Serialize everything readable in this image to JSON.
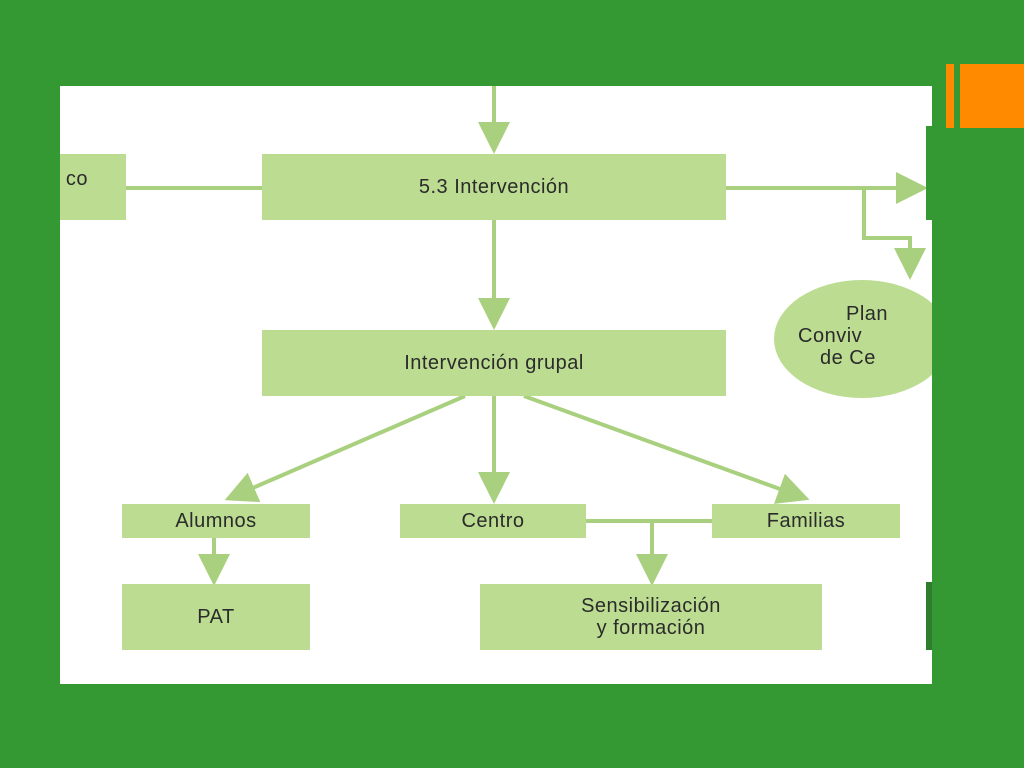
{
  "colors": {
    "background": "#349933",
    "accent": "#ff8a00",
    "panel": "#ffffff",
    "box_fill": "#bcdc91",
    "connector": "#a9d07e",
    "text": "#2b2b2b"
  },
  "diagram": {
    "nodes": {
      "left_partial": "co",
      "intervencion": "5.3 Intervención",
      "grupal": "Intervención grupal",
      "alumnos": "Alumnos",
      "centro": "Centro",
      "familias": "Familias",
      "pat": "PAT",
      "sensibilizacion_line1": "Sensibilización",
      "sensibilizacion_line2": "y formación",
      "plan_line1": "Plan",
      "plan_line2": "Conviv",
      "plan_line3": "de Ce"
    }
  }
}
